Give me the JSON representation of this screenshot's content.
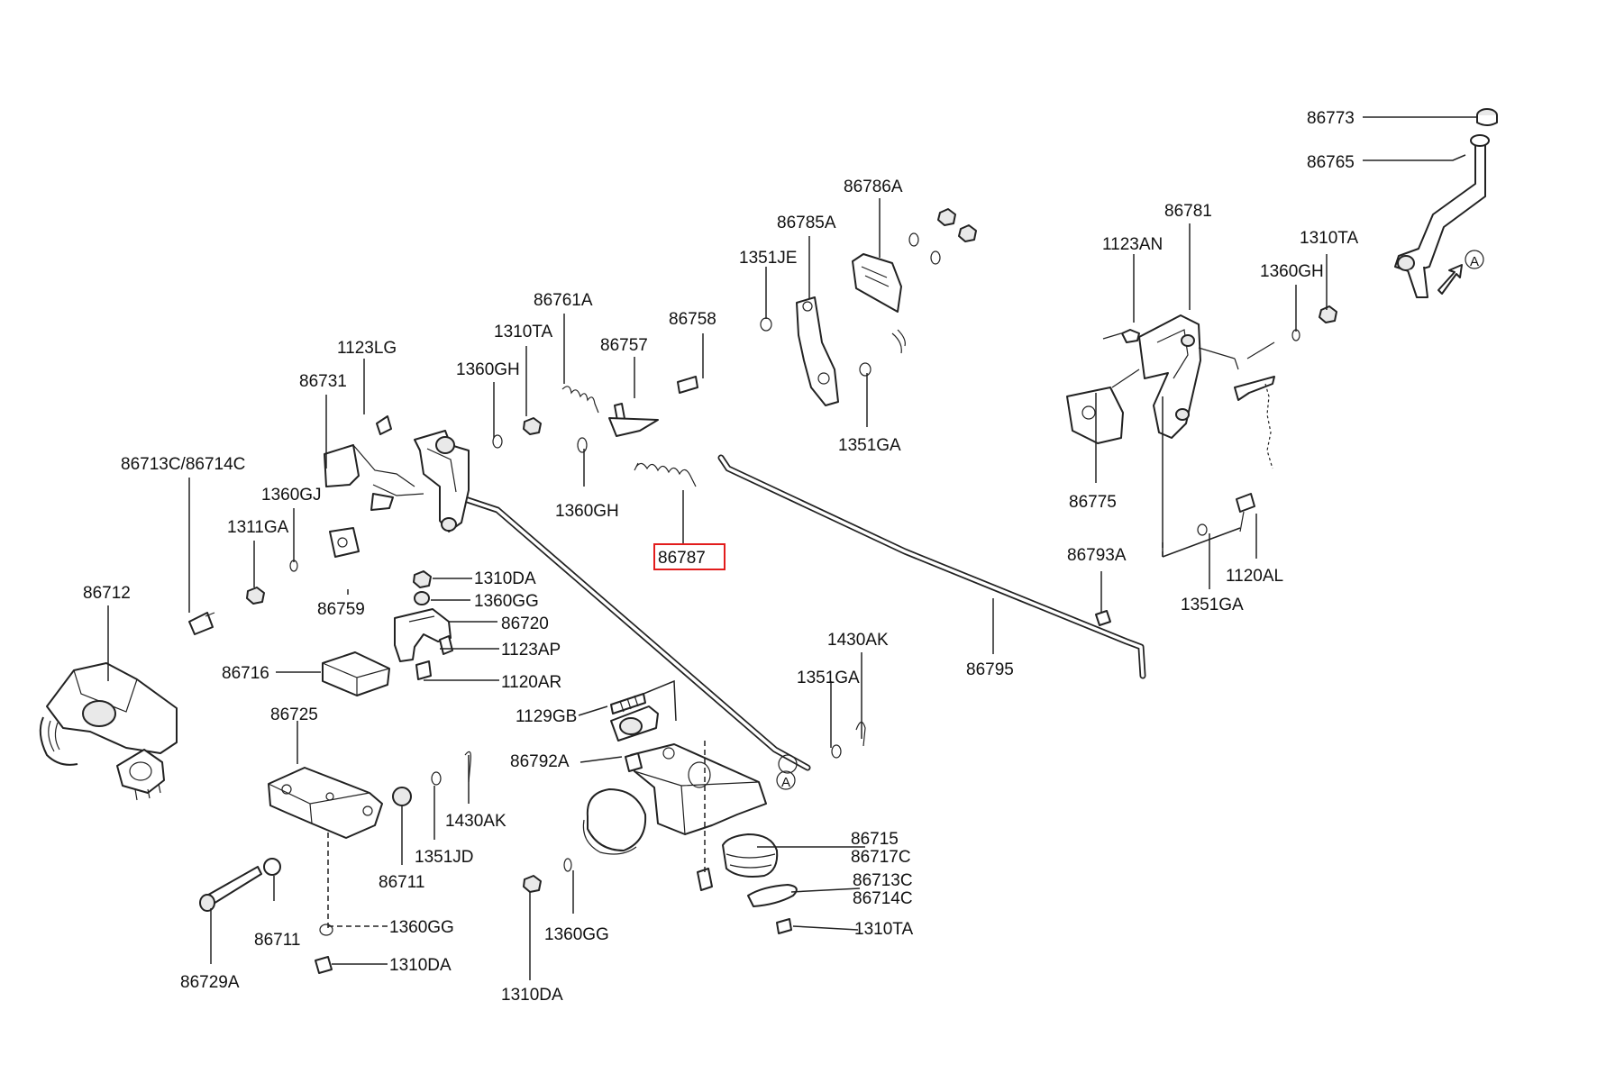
{
  "diagram": {
    "highlight_color": "#e21c1c",
    "highlighted_part": "86787",
    "reference_marker": "A",
    "labels": [
      "86773",
      "86765",
      "86786A",
      "86781",
      "86785A",
      "1123AN",
      "1310TA",
      "1351JE",
      "1360GH",
      "86761A",
      "86758",
      "1310TA",
      "86757",
      "1123LG",
      "1360GH",
      "86731",
      "1351GA",
      "86713C/86714C",
      "1360GH",
      "86775",
      "1360GJ",
      "1311GA",
      "86787",
      "86793A",
      "1351GA",
      "1120AL",
      "1310DA",
      "86712",
      "1360GG",
      "86759",
      "86720",
      "1123AP",
      "86716",
      "1120AR",
      "1430AK",
      "1351GA",
      "86795",
      "86725",
      "1129GB",
      "86792A",
      "1430AK",
      "1351JD",
      "86711",
      "86715",
      "86717C",
      "86713C",
      "86714C",
      "1360GG",
      "86711",
      "1310TA",
      "1360GG",
      "86729A",
      "1310DA",
      "1310DA"
    ]
  }
}
